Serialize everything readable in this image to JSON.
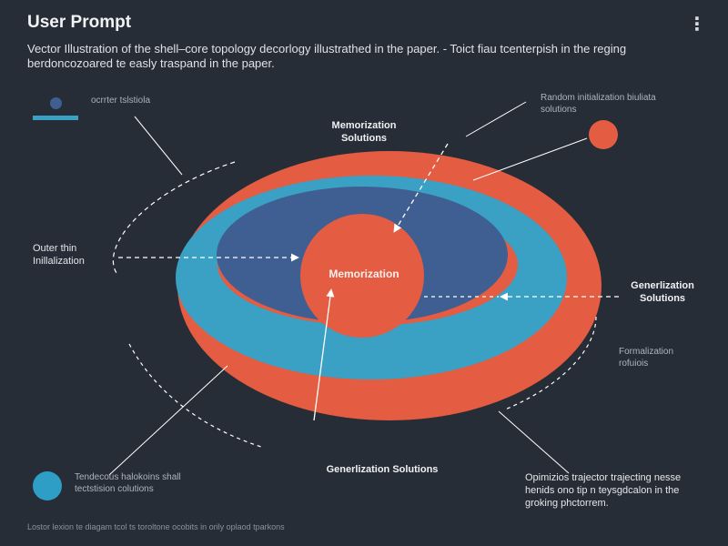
{
  "header": {
    "title": "User Prompt",
    "menu_icon": "⋮"
  },
  "description": {
    "line1": "Vector Illustration of the shell–core topology decorlogy  illustrathed in the paper.  -  Toict fiau tcenterpish in the reging",
    "line2": "berdoncozoared te easly traspand  in  the paper."
  },
  "legend": {
    "label": "ocrrter tslstiola"
  },
  "labels": {
    "memorization_solutions": [
      "Memorization",
      "Solutions"
    ],
    "random_init": [
      "Random initialization biuliata",
      "solutions"
    ],
    "outer_thin": [
      "Outer thin",
      "Inillalization"
    ],
    "core": "Memorization",
    "generalization_right": [
      "Generlization",
      "Solutions"
    ],
    "formalization": [
      "Formalization",
      "rofuiois"
    ],
    "generalization_bottom": "Generlization Solutions",
    "tendencies": [
      "Tendecous halokoins shall",
      "tectstision colutions"
    ],
    "optimization": [
      "Opimizios trajector trajecting nesse",
      "henids ono tip n teysgdcalon in the",
      "groking phctorrem."
    ]
  },
  "footnote": "Lostor lexion te diagam tcol ts toroltone ocobits in orily oplaod tparkons",
  "colors": {
    "background": "#272d36",
    "outer_shell": "#e45c41",
    "mid_shell": "#3aa0c4",
    "inner_disc": "#3f5f93",
    "core": "#e45c41",
    "accent_dot": "#e45c41"
  },
  "icons": {
    "menu": "kebab-menu-icon",
    "legend_dot": "circle-icon",
    "accent_dot": "circle-icon"
  }
}
